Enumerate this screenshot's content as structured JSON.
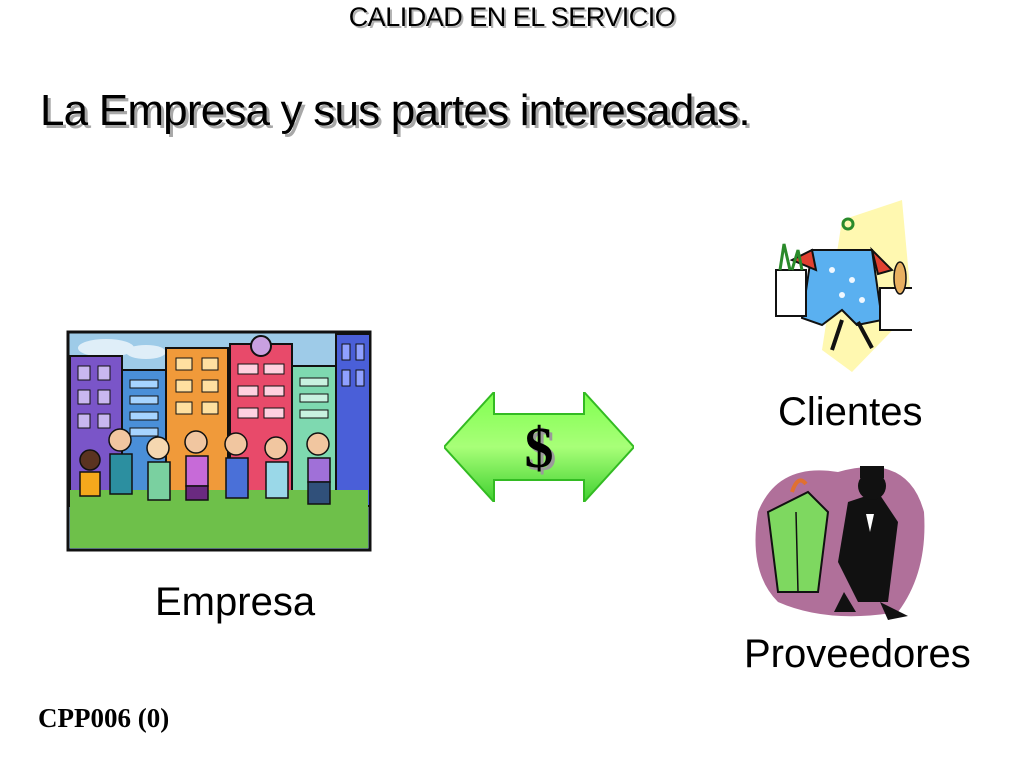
{
  "slide": {
    "header": "CALIDAD EN EL SERVICIO",
    "title": "La Empresa y sus partes interesadas.",
    "exchange_symbol": "$",
    "labels": {
      "empresa": "Empresa",
      "clientes": "Clientes",
      "proveedores": "Proveedores"
    },
    "footer": "CPP006 (0)"
  },
  "colors": {
    "arrow_fill": "#80ff50",
    "arrow_edge": "#33bb22",
    "city_sky": "#9ecbe8",
    "city_grass": "#6ec04a"
  },
  "icons": [
    "city-people-illustration",
    "shopper-illustration",
    "supplier-illustration",
    "double-arrow-icon"
  ]
}
